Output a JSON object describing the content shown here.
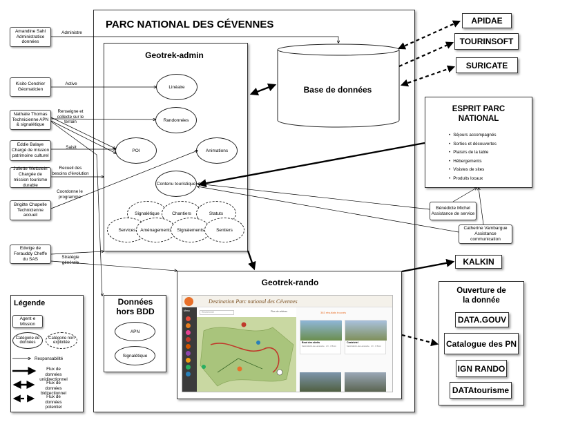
{
  "main_title": "PARC NATIONAL DES CÉVENNES",
  "geotrek_admin": {
    "title": "Geotrek-admin",
    "usecases": [
      "Linéaire",
      "Randonnées",
      "POI",
      "Animations",
      "Contenu touristique"
    ],
    "potential": [
      "Signalétique",
      "Chantiers",
      "Statuts",
      "Services",
      "Aménagements",
      "Signalements",
      "Sentiers"
    ]
  },
  "database": {
    "title": "Base de données"
  },
  "external_sources": [
    "APIDAE",
    "TOURINSOFT",
    "SURICATE"
  ],
  "esprit": {
    "title": "ESPRIT PARC NATIONAL",
    "items": [
      "Séjours accompagnés",
      "Sorties et découvertes",
      "Plaisirs de la table",
      "Hébergements",
      "Visistes de sites",
      "Produits locaux"
    ]
  },
  "actors": {
    "amandine": "Amandine Sahl Administratice données",
    "kisito": "Kisito Cendrier Géomaticien",
    "nathalie": "Nathalie Thomas Technicienne APN & signalétique",
    "eddie": "Eddie Balaye Chargé de mission patrimoine culturel",
    "juliette": "Juliette Wettstein Chargée de mission tourisme durable",
    "brigitte": "Brigitte Chapelle Technicienne accueil",
    "edwige": "Edwige de Ferauddy Cheffe du SAS",
    "benedicte": "Bénédicte Michel Assistance de service",
    "catherine": "Catherine Vambargue Assistance communication"
  },
  "relations": {
    "administre": "Administre",
    "active": "Active",
    "renseigne": "Renseigne et collecte sur le terrain",
    "saisit": "Saisit",
    "recueil": "Recueil des besoins d'évolution",
    "coordonne": "Coordonne le programme",
    "strategie": "Stratégie générale"
  },
  "hors_bdd": {
    "title": "Données hors BDD",
    "items": [
      "APN",
      "Signalétique"
    ]
  },
  "kalkin": "KALKIN",
  "geotrek_rando": {
    "title": "Geotrek-rando",
    "screenshot": {
      "banner": "Destination Parc national des Cévennes",
      "menu_label": "Menu",
      "search_placeholder": "Rechercher",
      "filter_label": "Plus de critères",
      "results_label": "363 résultats trouvés",
      "cards": [
        {
          "title": "Bout des abrits",
          "meta": "Saint-Martin-de-Lansuscle · 2 h · 8.6 km"
        },
        {
          "title": "Castelviel",
          "meta": "Saint-Martin-de-Lansuscle · 2 h · 8.6 km"
        }
      ]
    }
  },
  "ouverture": {
    "title": "Ouverture de la donnée",
    "items": [
      "DATA.GOUV",
      "Catalogue des PN",
      "IGN RANDO",
      "DATAtourisme"
    ]
  },
  "legend": {
    "title": "Légende",
    "actor": "Agent·e Mission",
    "category": "Catégorie de données",
    "category_unused": "Catégorie non exploitée",
    "responsibility": "Responsabilité",
    "flow_uni": "Flux de données unidirectionnel",
    "flow_bi": "Flux de données bidirectionnel",
    "flow_potential": "Flux de données potentiel"
  },
  "colors": {
    "rando_orange": "#e8702a",
    "map_green": "#b9cf8f",
    "route_red": "#c0392b"
  }
}
